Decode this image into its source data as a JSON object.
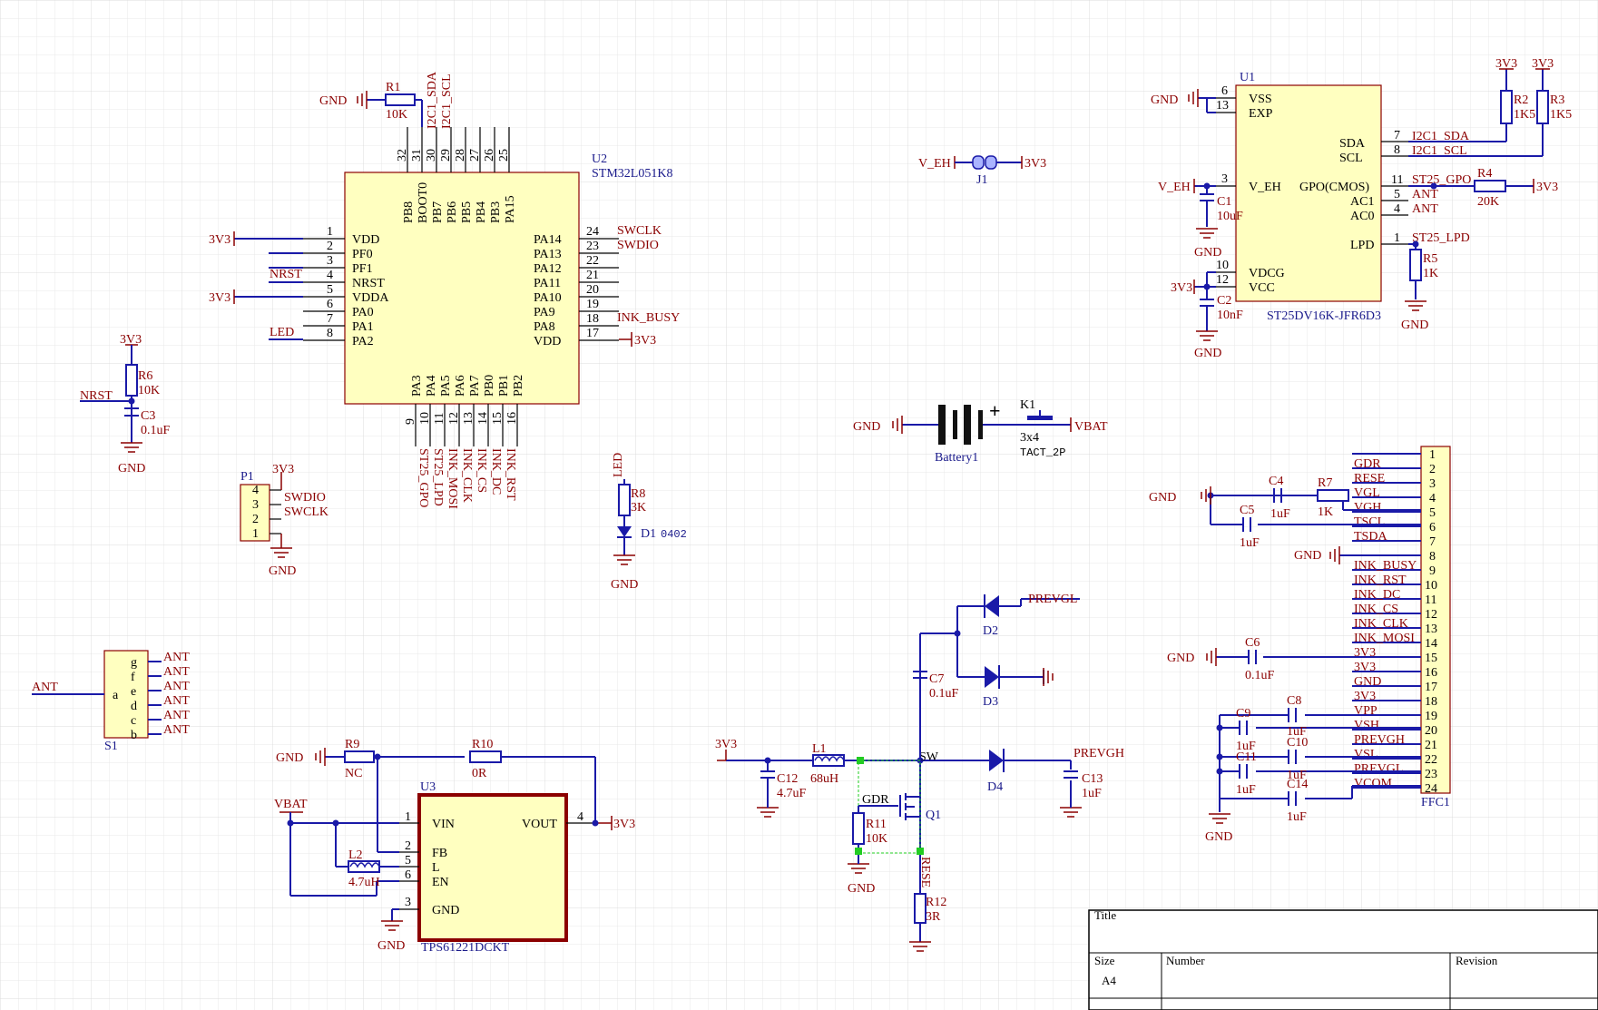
{
  "u2": {
    "ref": "U2",
    "part": "STM32L051K8",
    "left_pins": [
      {
        "num": "1",
        "name": "VDD",
        "net": "3V3"
      },
      {
        "num": "2",
        "name": "PF0",
        "net": ""
      },
      {
        "num": "3",
        "name": "PF1",
        "net": ""
      },
      {
        "num": "4",
        "name": "NRST",
        "net": "NRST"
      },
      {
        "num": "5",
        "name": "VDDA",
        "net": "3V3"
      },
      {
        "num": "6",
        "name": "PA0",
        "net": ""
      },
      {
        "num": "7",
        "name": "PA1",
        "net": ""
      },
      {
        "num": "8",
        "name": "PA2",
        "net": "LED"
      }
    ],
    "right_pins": [
      {
        "num": "24",
        "name": "PA14",
        "net": "SWCLK"
      },
      {
        "num": "23",
        "name": "PA13",
        "net": "SWDIO"
      },
      {
        "num": "22",
        "name": "PA12",
        "net": ""
      },
      {
        "num": "21",
        "name": "PA11",
        "net": ""
      },
      {
        "num": "20",
        "name": "PA10",
        "net": ""
      },
      {
        "num": "19",
        "name": "PA9",
        "net": ""
      },
      {
        "num": "18",
        "name": "PA8",
        "net": "INK_BUSY"
      },
      {
        "num": "17",
        "name": "VDD",
        "net": "3V3"
      }
    ],
    "top_pins": [
      {
        "num": "32",
        "name": "PB8",
        "net": ""
      },
      {
        "num": "31",
        "name": "BOOT0",
        "net": ""
      },
      {
        "num": "30",
        "name": "PB7",
        "net": "I2C1_SDA"
      },
      {
        "num": "29",
        "name": "PB6",
        "net": "I2C1_SCL"
      },
      {
        "num": "28",
        "name": "PB5",
        "net": ""
      },
      {
        "num": "27",
        "name": "PB4",
        "net": ""
      },
      {
        "num": "26",
        "name": "PB3",
        "net": ""
      },
      {
        "num": "25",
        "name": "PA15",
        "net": ""
      }
    ],
    "bottom_pins": [
      {
        "num": "9",
        "name": "PA3",
        "net": "ST25_GPO"
      },
      {
        "num": "10",
        "name": "PA4",
        "net": "ST25_LPD"
      },
      {
        "num": "11",
        "name": "PA5",
        "net": "INK_MOSI"
      },
      {
        "num": "12",
        "name": "PA6",
        "net": "INK_CLK"
      },
      {
        "num": "13",
        "name": "PA7",
        "net": "INK_CS"
      },
      {
        "num": "14",
        "name": "PB0",
        "net": "INK_DC"
      },
      {
        "num": "15",
        "name": "PB1",
        "net": "INK_RST"
      },
      {
        "num": "16",
        "name": "PB2",
        "net": ""
      }
    ]
  },
  "u1": {
    "ref": "U1",
    "part": "ST25DV16K-JFR6D3",
    "left_pins": [
      {
        "num": "6",
        "name": "VSS"
      },
      {
        "num": "13",
        "name": "EXP"
      },
      {
        "num": "3",
        "name": "V_EH"
      },
      {
        "num": "10",
        "name": "VDCG"
      },
      {
        "num": "12",
        "name": "VCC"
      }
    ],
    "right_pins": [
      {
        "num": "7",
        "name": "SDA",
        "net": "I2C1_SDA"
      },
      {
        "num": "8",
        "name": "SCL",
        "net": "I2C1_SCL"
      },
      {
        "num": "11",
        "name": "GPO(CMOS)",
        "net": "ST25_GPO"
      },
      {
        "num": "5",
        "name": "AC1",
        "net": "ANT"
      },
      {
        "num": "4",
        "name": "AC0",
        "net": "ANT"
      },
      {
        "num": "1",
        "name": "LPD",
        "net": "ST25_LPD"
      }
    ]
  },
  "u3": {
    "ref": "U3",
    "part": "TPS61221DCKT",
    "left_pins": [
      {
        "num": "1",
        "name": "VIN"
      },
      {
        "num": "2",
        "name": "FB"
      },
      {
        "num": "5",
        "name": "L"
      },
      {
        "num": "6",
        "name": "EN"
      },
      {
        "num": "3",
        "name": "GND"
      }
    ],
    "right_pins": [
      {
        "num": "4",
        "name": "VOUT",
        "net": "3V3"
      }
    ]
  },
  "ffc1": {
    "ref": "FFC1",
    "pins": [
      {
        "num": "1",
        "net": ""
      },
      {
        "num": "2",
        "net": "GDR"
      },
      {
        "num": "3",
        "net": "RESE"
      },
      {
        "num": "4",
        "net": "VGL"
      },
      {
        "num": "5",
        "net": "VGH"
      },
      {
        "num": "6",
        "net": "TSCL"
      },
      {
        "num": "7",
        "net": "TSDA"
      },
      {
        "num": "8",
        "net": ""
      },
      {
        "num": "9",
        "net": "INK_BUSY"
      },
      {
        "num": "10",
        "net": "INK_RST"
      },
      {
        "num": "11",
        "net": "INK_DC"
      },
      {
        "num": "12",
        "net": "INK_CS"
      },
      {
        "num": "13",
        "net": "INK_CLK"
      },
      {
        "num": "14",
        "net": "INK_MOSI"
      },
      {
        "num": "15",
        "net": "3V3"
      },
      {
        "num": "16",
        "net": "3V3"
      },
      {
        "num": "17",
        "net": "GND"
      },
      {
        "num": "18",
        "net": "3V3"
      },
      {
        "num": "19",
        "net": "VPP"
      },
      {
        "num": "20",
        "net": "VSH"
      },
      {
        "num": "21",
        "net": "PREVGH"
      },
      {
        "num": "22",
        "net": "VSL"
      },
      {
        "num": "23",
        "net": "PREVGL"
      },
      {
        "num": "24",
        "net": "VCOM"
      }
    ]
  },
  "p1": {
    "ref": "P1",
    "pins": [
      {
        "num": "4",
        "net": "3V3"
      },
      {
        "num": "3",
        "net": "SWDIO"
      },
      {
        "num": "2",
        "net": "SWCLK"
      },
      {
        "num": "1",
        "net": ""
      }
    ]
  },
  "s1": {
    "ref": "S1",
    "common": "a",
    "pins": [
      "g",
      "f",
      "e",
      "d",
      "c",
      "b"
    ],
    "net": "ANT"
  },
  "labels": {
    "gnd": "GND",
    "v3v3": "3V3",
    "v_eh": "V_EH",
    "vbat": "VBAT",
    "nrst": "NRST",
    "led": "LED",
    "ant": "ANT",
    "sw": "SW",
    "gdr": "GDR",
    "rese": "RESE",
    "prevgl": "PREVGL",
    "prevgh": "PREVGH",
    "i2c1_sda": "I2C1_SDA",
    "i2c1_scl": "I2C1_SCL",
    "st25_gpo": "ST25_GPO",
    "st25_lpd": "ST25_LPD",
    "swdio": "SWDIO",
    "swclk": "SWCLK",
    "d1_pkg": "0402"
  },
  "parts": {
    "r1": {
      "ref": "R1",
      "val": "10K"
    },
    "r2": {
      "ref": "R2",
      "val": "1K5"
    },
    "r3": {
      "ref": "R3",
      "val": "1K5"
    },
    "r4": {
      "ref": "R4",
      "val": "20K"
    },
    "r5": {
      "ref": "R5",
      "val": "1K"
    },
    "r6": {
      "ref": "R6",
      "val": "10K"
    },
    "r7": {
      "ref": "R7",
      "val": "1K"
    },
    "r8": {
      "ref": "R8",
      "val": "3K"
    },
    "r9": {
      "ref": "R9",
      "val": "NC"
    },
    "r10": {
      "ref": "R10",
      "val": "0R"
    },
    "r11": {
      "ref": "R11",
      "val": "10K"
    },
    "r12": {
      "ref": "R12",
      "val": "3R"
    },
    "c1": {
      "ref": "C1",
      "val": "10uF"
    },
    "c2": {
      "ref": "C2",
      "val": "10nF"
    },
    "c3": {
      "ref": "C3",
      "val": "0.1uF"
    },
    "c4": {
      "ref": "C4",
      "val": "1uF"
    },
    "c5": {
      "ref": "C5",
      "val": "1uF"
    },
    "c6": {
      "ref": "C6",
      "val": "0.1uF"
    },
    "c7": {
      "ref": "C7",
      "val": "0.1uF"
    },
    "c8": {
      "ref": "C8",
      "val": "1uF"
    },
    "c9": {
      "ref": "C9",
      "val": "1uF"
    },
    "c10": {
      "ref": "C10",
      "val": "1uF"
    },
    "c11": {
      "ref": "C11",
      "val": "1uF"
    },
    "c12": {
      "ref": "C12",
      "val": "4.7uF"
    },
    "c13": {
      "ref": "C13",
      "val": "1uF"
    },
    "c14": {
      "ref": "C14",
      "val": "1uF"
    },
    "l1": {
      "ref": "L1",
      "val": "68uH"
    },
    "l2": {
      "ref": "L2",
      "val": "4.7uH"
    },
    "d1": {
      "ref": "D1"
    },
    "d2": {
      "ref": "D2"
    },
    "d3": {
      "ref": "D3"
    },
    "d4": {
      "ref": "D4"
    },
    "q1": {
      "ref": "Q1"
    },
    "j1": {
      "ref": "J1"
    },
    "k1": {
      "ref": "K1",
      "val": "3x4",
      "val2": "TACT_2P"
    },
    "battery": {
      "ref": "Battery1"
    }
  },
  "title_block": {
    "title_label": "Title",
    "size_label": "Size",
    "size_value": "A4",
    "number_label": "Number",
    "revision_label": "Revision"
  },
  "colors": {
    "wire": "#1a1aa8",
    "net": "#8b0000",
    "part_fill": "#ffffc0",
    "grid": "#e6e6e6"
  }
}
